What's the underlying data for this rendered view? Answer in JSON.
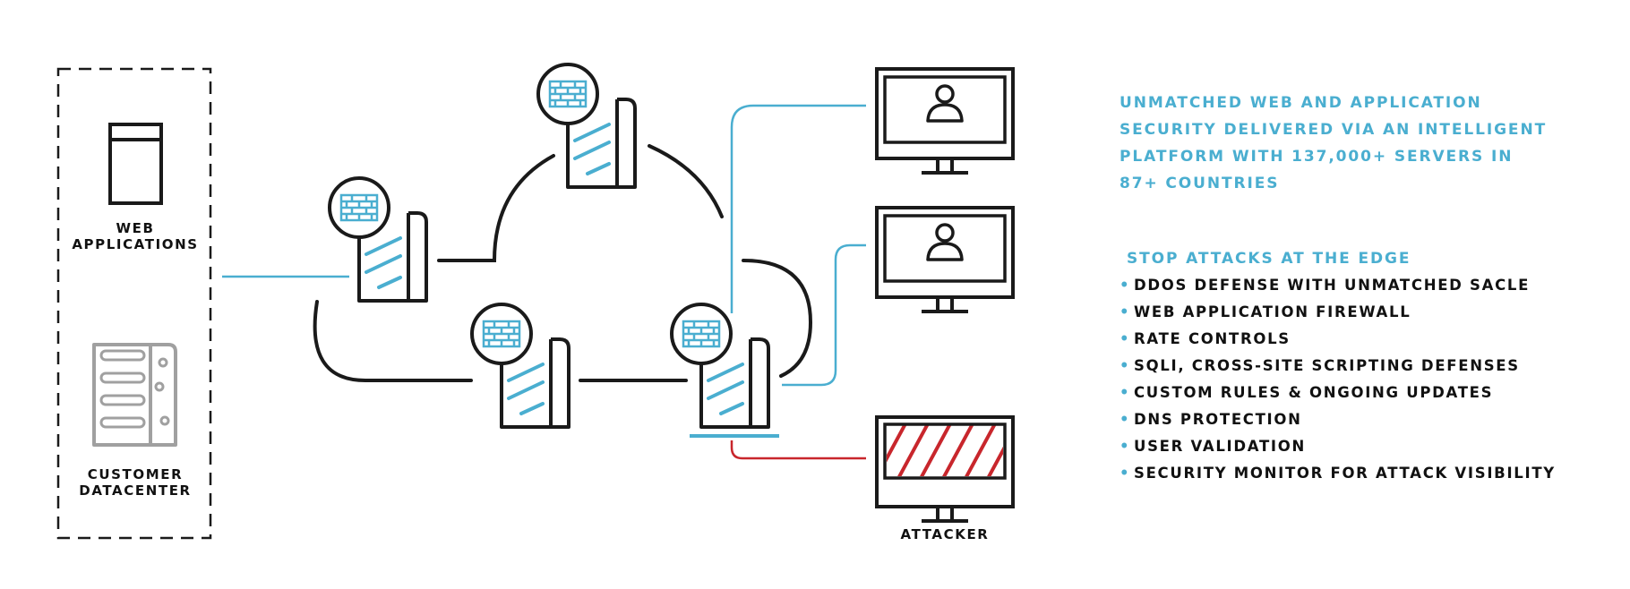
{
  "labels": {
    "web_applications": [
      "WEB",
      "APPLICATIONS"
    ],
    "customer_datacenter": [
      "CUSTOMER",
      "DATACENTER"
    ],
    "attacker": "ATTACKER"
  },
  "panel": {
    "headline": "UNMATCHED WEB AND APPLICATION SECURITY DELIVERED VIA AN INTELLIGENT PLATFORM WITH 137,000+ SERVERS IN 87+ COUNTRIES",
    "section_title": "STOP ATTACKS AT THE EDGE",
    "bullet": "•",
    "features": [
      "DDOS DEFENSE WITH UNMATCHED SACLE",
      "WEB APPLICATION FIREWALL",
      "RATE CONTROLS",
      "SQLI, CROSS-SITE SCRIPTING DEFENSES",
      "CUSTOM RULES & ONGOING UPDATES",
      "DNS PROTECTION",
      "USER VALIDATION",
      "SECURITY MONITOR FOR ATTACK VISIBILITY"
    ]
  },
  "colors": {
    "accent": "#4aaed0",
    "ink": "#1a1a1a",
    "attack": "#c8262c",
    "datacenter": "#a0a0a0"
  },
  "icons": {
    "web_app": "web-application-icon",
    "datacenter": "server-rack-icon",
    "edge_server": "firewall-server-icon",
    "user": "user-monitor-icon",
    "attacker": "attacker-monitor-icon"
  }
}
